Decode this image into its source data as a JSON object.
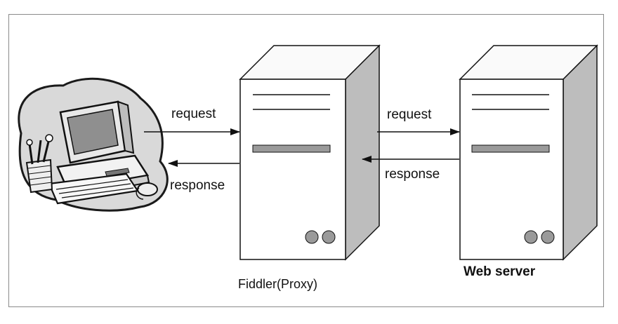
{
  "diagram": {
    "edges": [
      {
        "id": "client-to-proxy",
        "label": "request"
      },
      {
        "id": "proxy-to-client",
        "label": "response"
      },
      {
        "id": "proxy-to-server",
        "label": "request"
      },
      {
        "id": "server-to-proxy",
        "label": "response"
      }
    ],
    "nodes": [
      {
        "id": "client",
        "label": "",
        "icon": "desktop-computer-icon"
      },
      {
        "id": "proxy",
        "label": "Fiddler(Proxy)",
        "icon": "server-tower-icon"
      },
      {
        "id": "server",
        "label": "Web server",
        "icon": "server-tower-icon"
      }
    ]
  }
}
